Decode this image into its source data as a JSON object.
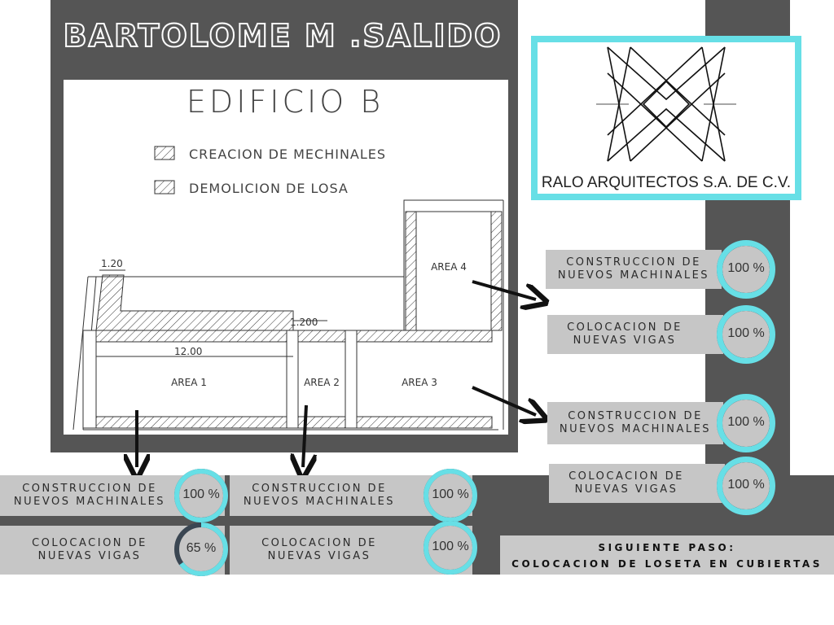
{
  "header": {
    "title": "BARTOLOME M .SALIDO"
  },
  "plan": {
    "title": "EDIFICIO B",
    "legend": [
      {
        "label": "CREACION DE MECHINALES"
      },
      {
        "label": "DEMOLICION DE LOSA"
      }
    ],
    "areas": [
      "AREA 1",
      "AREA 2",
      "AREA 3",
      "AREA 4"
    ],
    "dimensions": [
      "1.20",
      "1.200",
      "12.00"
    ]
  },
  "logo": {
    "company": "RALO ARQUITECTOS S.A. DE C.V."
  },
  "tasks_right": [
    {
      "label": "CONSTRUCCION DE\nNUEVOS MACHINALES",
      "percent_text": "100 %",
      "percent": 100
    },
    {
      "label": "COLOCACION DE\nNUEVAS VIGAS",
      "percent_text": "100 %",
      "percent": 100
    },
    {
      "label": "CONSTRUCCION DE\nNUEVOS MACHINALES",
      "percent_text": "100 %",
      "percent": 100
    },
    {
      "label": "COLOCACION DE\nNUEVAS VIGAS",
      "percent_text": "100 %",
      "percent": 100
    }
  ],
  "tasks_area1": [
    {
      "label": "CONSTRUCCION DE\nNUEVOS MACHINALES",
      "percent_text": "100 %",
      "percent": 100
    },
    {
      "label": "COLOCACION DE\nNUEVAS VIGAS",
      "percent_text": "65 %",
      "percent": 65
    }
  ],
  "tasks_area2": [
    {
      "label": "CONSTRUCCION DE\nNUEVOS MACHINALES",
      "percent_text": "100 %",
      "percent": 100
    },
    {
      "label": "COLOCACION DE\nNUEVAS VIGAS",
      "percent_text": "100 %",
      "percent": 100
    }
  ],
  "next_step": {
    "line1": "SIGUIENTE PASO:",
    "line2": "COLOCACION DE LOSETA EN CUBIERTAS"
  },
  "colors": {
    "accent": "#67dfe6",
    "dark": "#555555",
    "ring_track": "#3a4652",
    "card": "#c6c6c6"
  }
}
